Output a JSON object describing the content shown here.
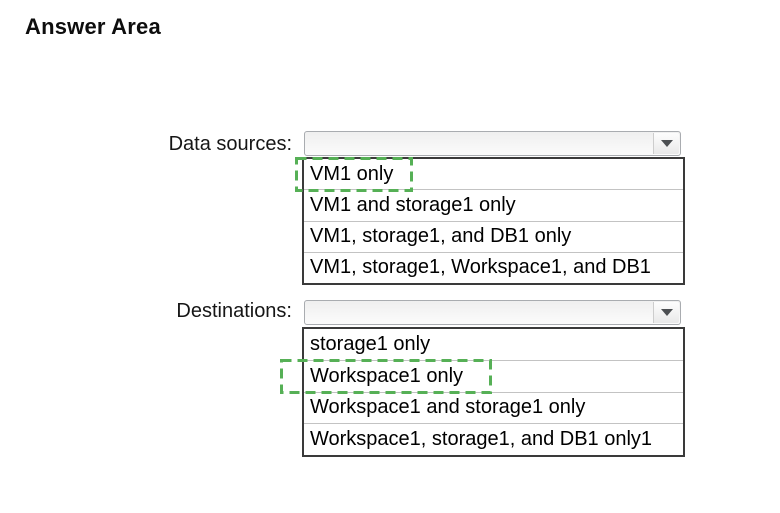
{
  "title": "Answer Area",
  "colors": {
    "answer_outline_green": "#56b056",
    "list_border": "#3a3a3a",
    "row_separator": "#c3c3c3"
  },
  "data_sources": {
    "label": "Data sources:",
    "selected_value": "",
    "options": [
      "VM1 only",
      "VM1 and storage1 only",
      "VM1, storage1, and DB1 only",
      "VM1, storage1, Workspace1, and DB1"
    ],
    "highlighted_option": "VM1 only"
  },
  "destinations": {
    "label": "Destinations:",
    "selected_value": "",
    "options": [
      "storage1 only",
      "Workspace1 only",
      "Workspace1 and storage1 only",
      "Workspace1, storage1, and DB1 only1"
    ],
    "highlighted_option": "Workspace1 only"
  }
}
